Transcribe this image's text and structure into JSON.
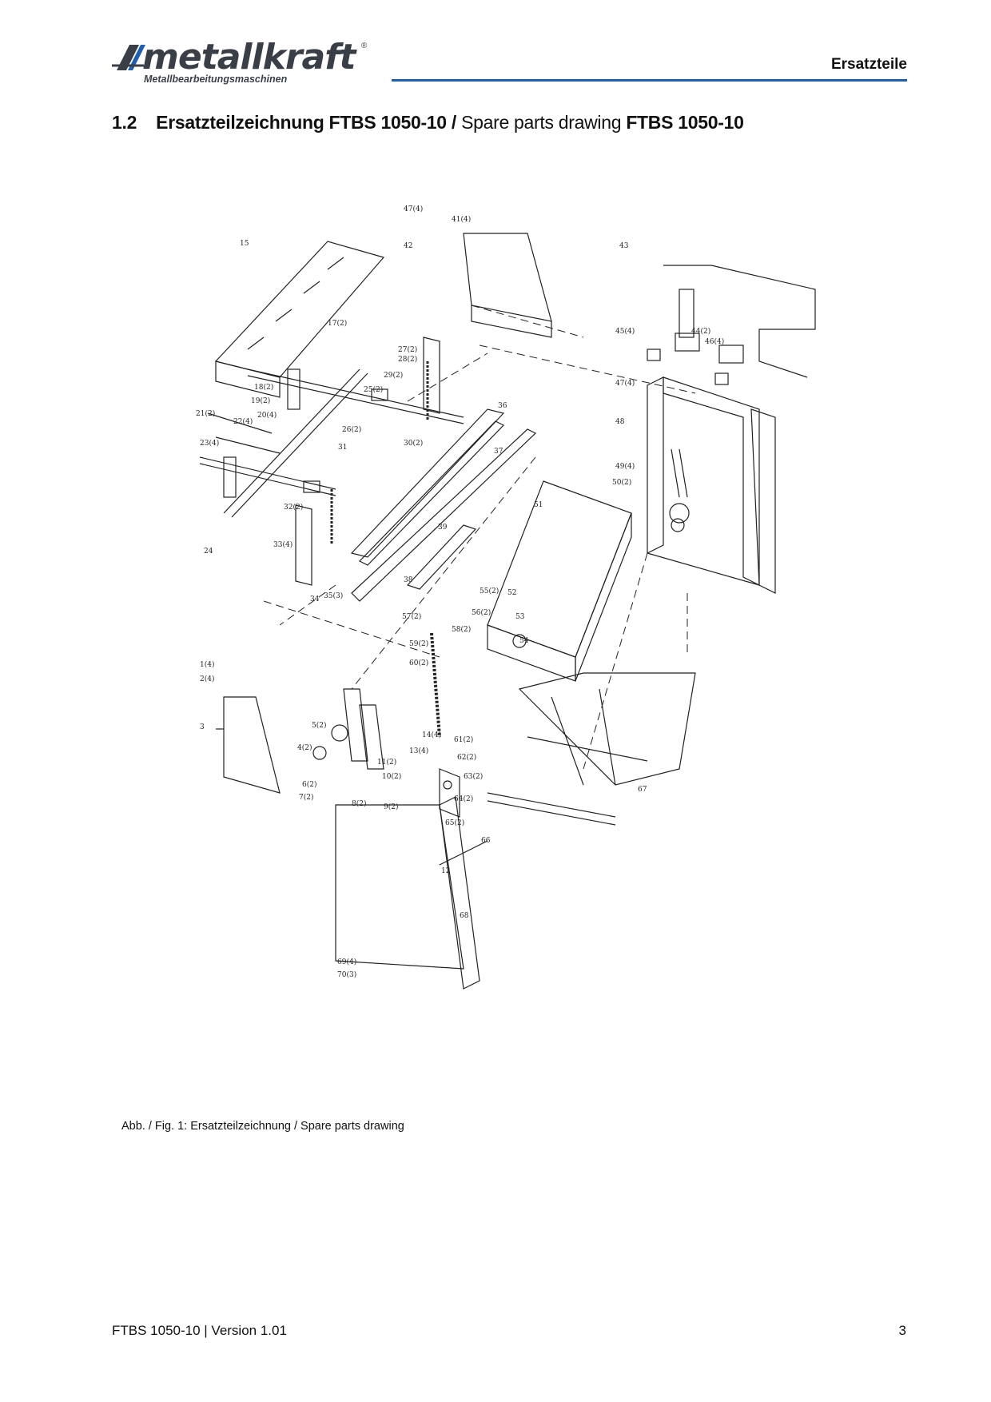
{
  "header": {
    "brand": "metallkraft",
    "brand_mark": "®",
    "brand_tagline": "Metallbearbeitungsmaschinen",
    "section": "Ersatzteile"
  },
  "heading": {
    "number": "1.2",
    "title_de": "Ersatzteilzeichnung FTBS 1050-10",
    "separator": "/",
    "title_en_a": "Spare parts drawing",
    "title_en_b": "FTBS 1050-10"
  },
  "drawing": {
    "part_labels": [
      "15",
      "47(4)",
      "41(4)",
      "42",
      "43",
      "17(2)",
      "27(2)",
      "28(2)",
      "29(2)",
      "18(2)",
      "19(2)",
      "25(2)",
      "20(4)",
      "26(2)",
      "21(2)",
      "22(4)",
      "23(4)",
      "31",
      "30(2)",
      "36",
      "37",
      "32(2)",
      "24",
      "33(4)",
      "34",
      "35(3)",
      "39",
      "38",
      "51",
      "55(2)",
      "56(2)",
      "52",
      "53",
      "54",
      "57(2)",
      "58(2)",
      "59(2)",
      "60(2)",
      "45(4)",
      "44(2)",
      "46(4)",
      "47(4)",
      "48",
      "49(4)",
      "50(2)",
      "1(4)",
      "2(4)",
      "3",
      "5(2)",
      "4(2)",
      "6(2)",
      "7(2)",
      "8(2)",
      "9(2)",
      "10(2)",
      "11(2)",
      "14(4)",
      "13(4)",
      "61(2)",
      "62(2)",
      "63(2)",
      "65(2)",
      "64(2)",
      "66",
      "67",
      "12",
      "68",
      "69(4)",
      "70(3)"
    ]
  },
  "caption": "Abb. / Fig. 1: Ersatzteilzeichnung / Spare parts drawing",
  "footer": {
    "doc": "FTBS 1050-10 | Version 1.01",
    "page": "3"
  }
}
